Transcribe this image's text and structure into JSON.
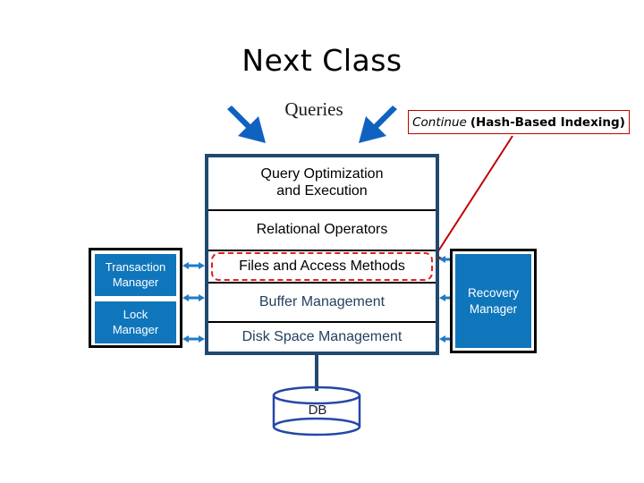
{
  "slide": {
    "title": "Next Class"
  },
  "labels": {
    "queries": "Queries",
    "db": "DB"
  },
  "callout": {
    "italic_text": "Continue",
    "bold_text": "(Hash-Based Indexing)",
    "border_color": "#C00000"
  },
  "architecture": {
    "container_border_color": "#21496E",
    "stack_rows": [
      {
        "id": "qoe",
        "label": "Query Optimization and Execution",
        "line1": "Query Optimization",
        "line2": "and Execution",
        "text_color": "#000000",
        "highlighted": false
      },
      {
        "id": "relops",
        "label": "Relational Operators",
        "line1": "Relational Operators",
        "line2": "",
        "text_color": "#000000",
        "highlighted": false
      },
      {
        "id": "files",
        "label": "Files and Access Methods",
        "line1": "Files and Access Methods",
        "line2": "",
        "text_color": "#000000",
        "highlighted": true
      },
      {
        "id": "buffer",
        "label": "Buffer Management",
        "line1": "Buffer Management",
        "line2": "",
        "text_color": "#24405F",
        "highlighted": false
      },
      {
        "id": "disk",
        "label": "Disk Space Management",
        "line1": "Disk Space Management",
        "line2": "",
        "text_color": "#24405F",
        "highlighted": false
      }
    ],
    "left_boxes": [
      {
        "id": "transaction-manager",
        "line1": "Transaction",
        "line2": "Manager",
        "fill": "#1076BC",
        "text_color": "#FFFFFF"
      },
      {
        "id": "lock-manager",
        "line1": "Lock",
        "line2": "Manager",
        "fill": "#1076BC",
        "text_color": "#FFFFFF"
      }
    ],
    "right_boxes": [
      {
        "id": "recovery-manager",
        "line1": "Recovery",
        "line2": "Manager",
        "fill": "#1076BC",
        "text_color": "#FFFFFF"
      }
    ],
    "highlight_color": "#E02020",
    "connector_color": "#1F7BC4",
    "arrow_color": "#1062C0",
    "db_outline_color": "#2647A8"
  }
}
